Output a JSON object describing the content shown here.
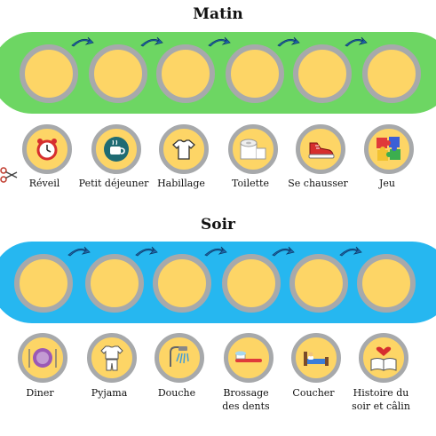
{
  "colors": {
    "morning_band": "#6dd663",
    "evening_band": "#26b7f0",
    "slot_fill": "#fdd566",
    "slot_ring": "#a7a9ab",
    "arrow": "#1f6bb0"
  },
  "morning": {
    "title": "Matin",
    "items": [
      {
        "label": "Réveil",
        "icon": "alarm-clock-icon"
      },
      {
        "label": "Petit déjeuner",
        "icon": "coffee-cup-icon"
      },
      {
        "label": "Habillage",
        "icon": "tshirt-icon"
      },
      {
        "label": "Toilette",
        "icon": "toilet-paper-icon"
      },
      {
        "label": "Se chausser",
        "icon": "sneaker-icon"
      },
      {
        "label": "Jeu",
        "icon": "puzzle-icon"
      }
    ]
  },
  "evening": {
    "title": "Soir",
    "items": [
      {
        "label": "Diner",
        "icon": "plate-icon"
      },
      {
        "label": "Pyjama",
        "icon": "pyjama-icon"
      },
      {
        "label": "Douche",
        "icon": "shower-icon"
      },
      {
        "label": "Brossage des dents",
        "line1": "Brossage",
        "line2": "des dents",
        "icon": "toothbrush-icon"
      },
      {
        "label": "Coucher",
        "icon": "bed-icon"
      },
      {
        "label": "Histoire du soir et câlin",
        "line1": "Histoire du",
        "line2": "soir et câlin",
        "icon": "book-heart-icon"
      }
    ]
  }
}
